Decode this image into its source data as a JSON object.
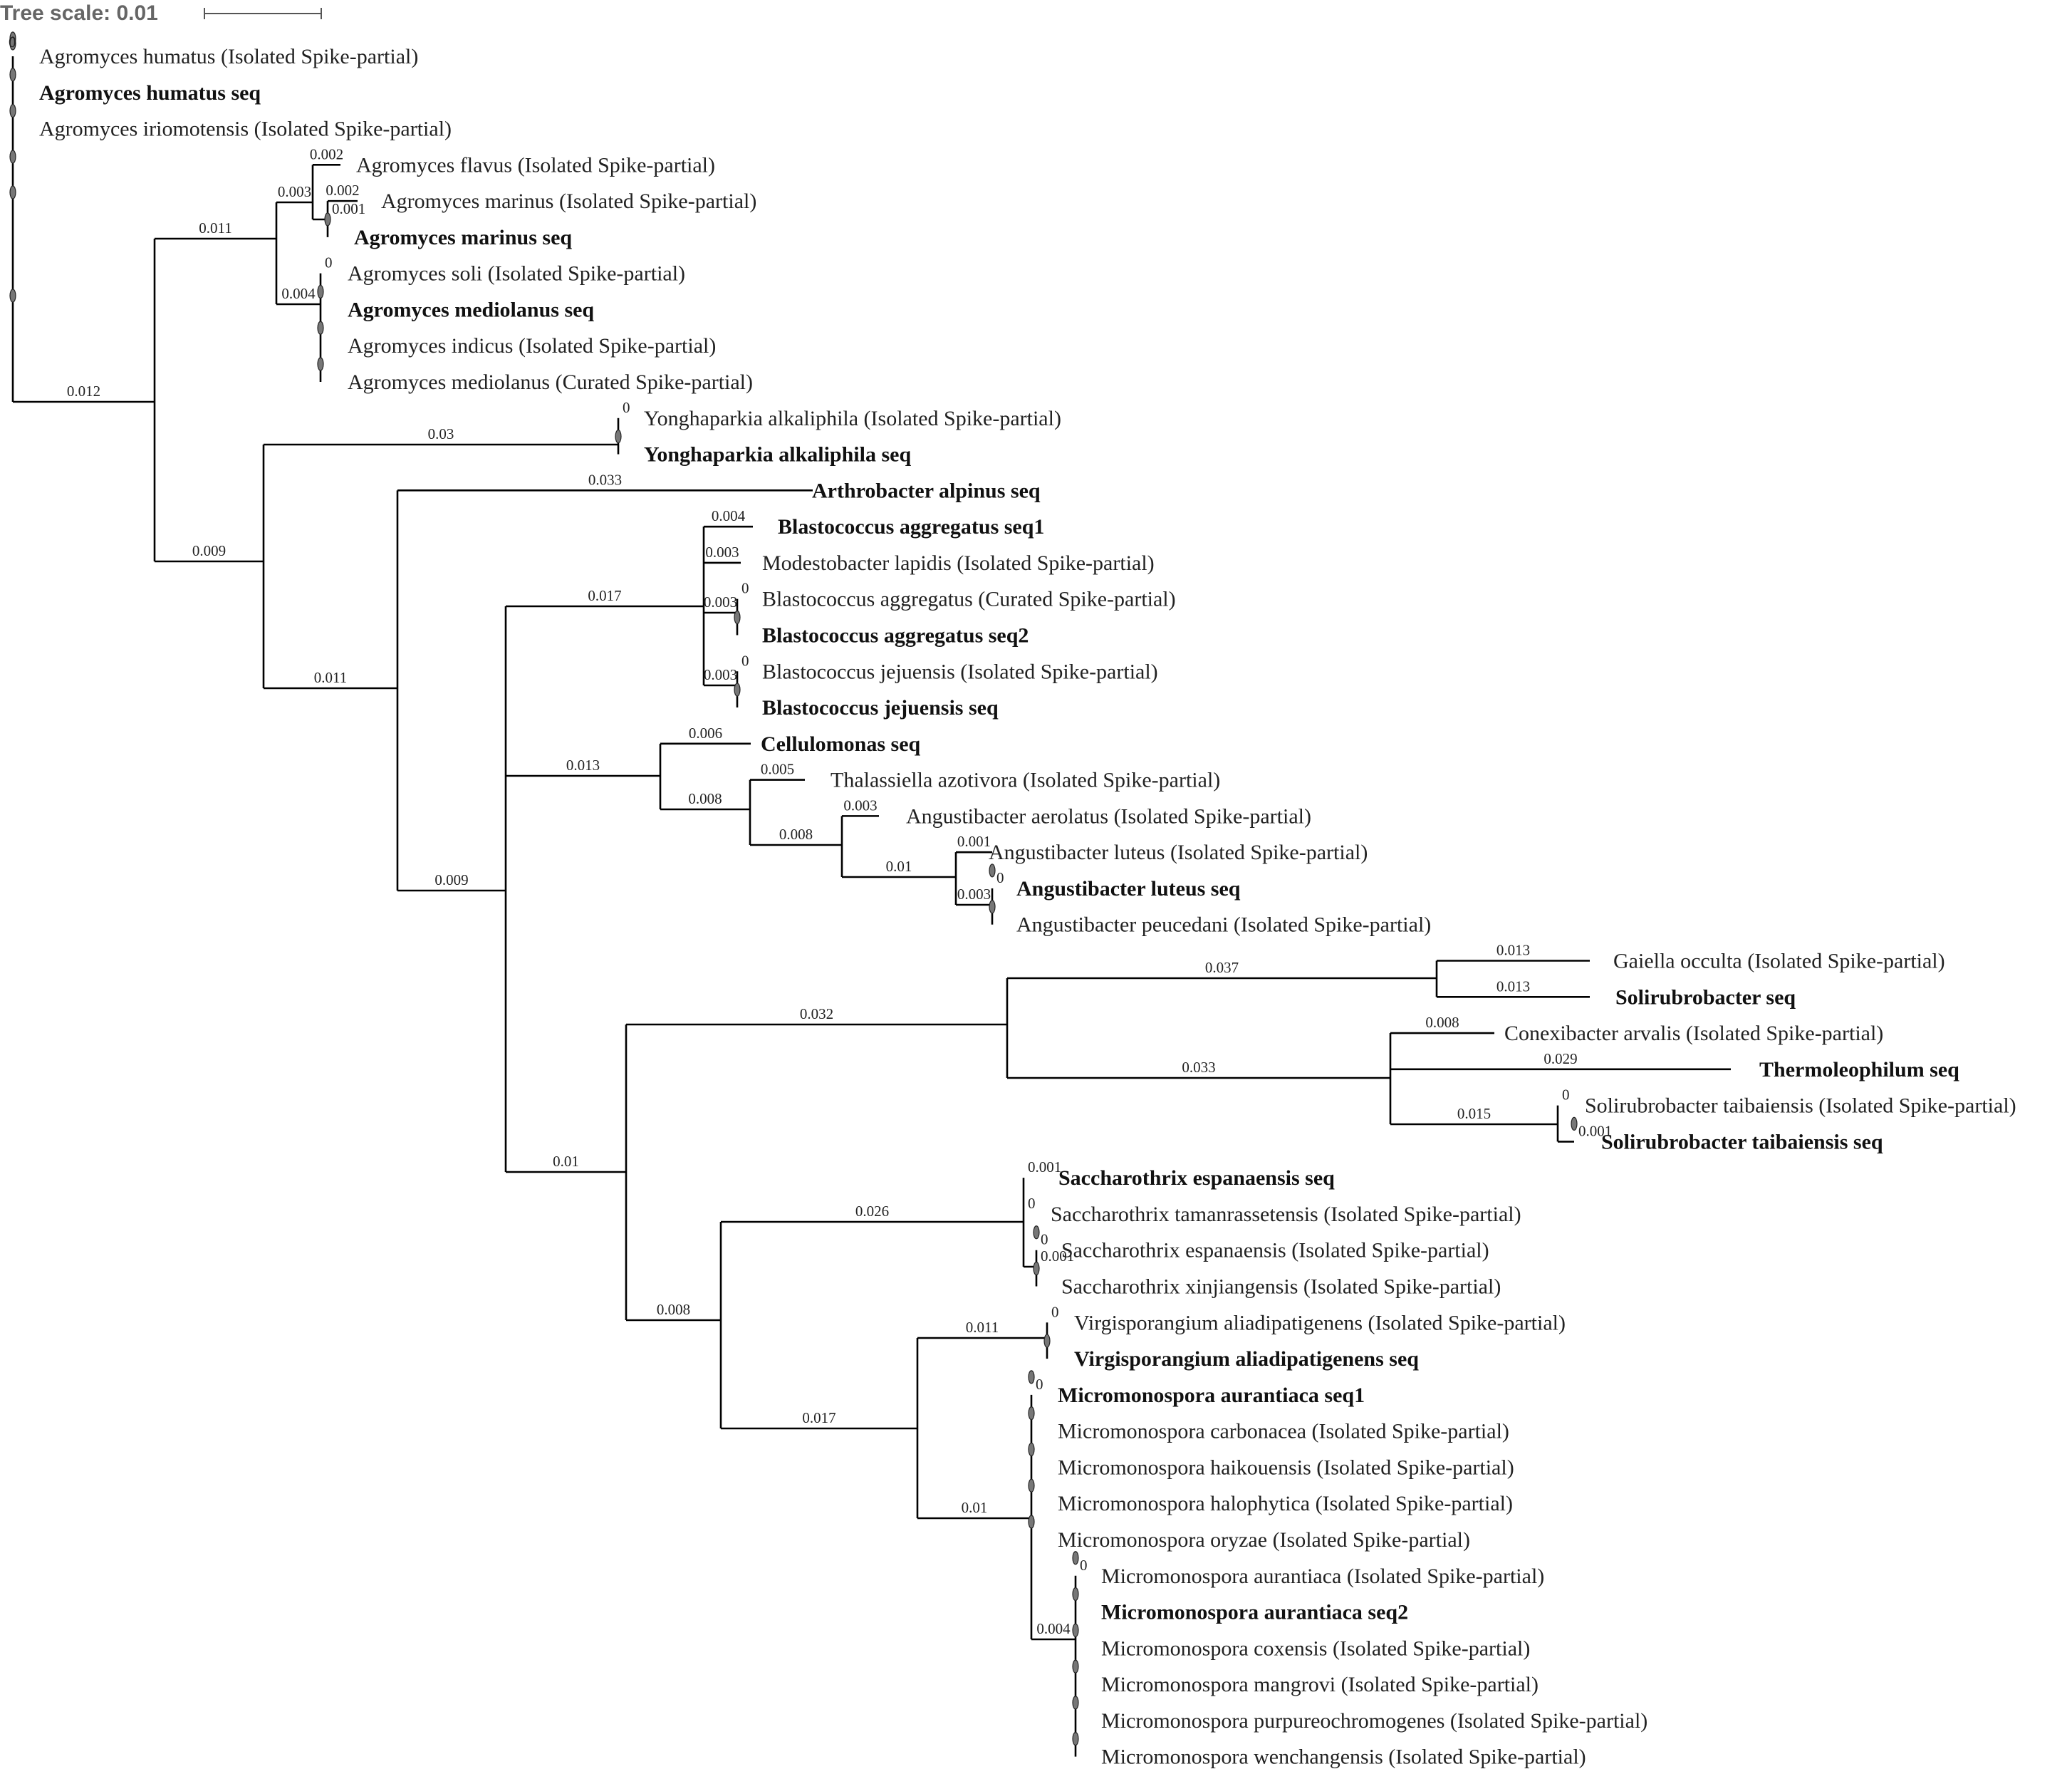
{
  "tree_scale": {
    "label": "Tree scale: 0.01",
    "value": 0.01
  },
  "leaves": [
    {
      "id": "L0",
      "label": "Agromyces humatus (Isolated Spike-partial)",
      "bold": false
    },
    {
      "id": "L1",
      "label": "Agromyces humatus seq",
      "bold": true
    },
    {
      "id": "L2",
      "label": "Agromyces iriomotensis (Isolated Spike-partial)",
      "bold": false
    },
    {
      "id": "L3",
      "label": "Agromyces flavus (Isolated Spike-partial)",
      "bold": false
    },
    {
      "id": "L4",
      "label": "Agromyces marinus (Isolated Spike-partial)",
      "bold": false
    },
    {
      "id": "L5",
      "label": "Agromyces marinus seq",
      "bold": true
    },
    {
      "id": "L6",
      "label": "Agromyces soli (Isolated Spike-partial)",
      "bold": false
    },
    {
      "id": "L7",
      "label": "Agromyces mediolanus seq",
      "bold": true
    },
    {
      "id": "L8",
      "label": "Agromyces indicus (Isolated Spike-partial)",
      "bold": false
    },
    {
      "id": "L9",
      "label": "Agromyces mediolanus (Curated Spike-partial)",
      "bold": false
    },
    {
      "id": "L10",
      "label": "Yonghaparkia alkaliphila (Isolated Spike-partial)",
      "bold": false
    },
    {
      "id": "L11",
      "label": "Yonghaparkia alkaliphila seq",
      "bold": true
    },
    {
      "id": "L12",
      "label": "Arthrobacter alpinus seq",
      "bold": true
    },
    {
      "id": "L13",
      "label": "Blastococcus aggregatus seq1",
      "bold": true
    },
    {
      "id": "L14",
      "label": "Modestobacter lapidis (Isolated Spike-partial)",
      "bold": false
    },
    {
      "id": "L15",
      "label": "Blastococcus aggregatus (Curated Spike-partial)",
      "bold": false
    },
    {
      "id": "L16",
      "label": "Blastococcus aggregatus seq2",
      "bold": true
    },
    {
      "id": "L17",
      "label": "Blastococcus jejuensis (Isolated Spike-partial)",
      "bold": false
    },
    {
      "id": "L18",
      "label": "Blastococcus jejuensis seq",
      "bold": true
    },
    {
      "id": "L19",
      "label": "Cellulomonas seq",
      "bold": true
    },
    {
      "id": "L20",
      "label": "Thalassiella azotivora (Isolated Spike-partial)",
      "bold": false
    },
    {
      "id": "L21",
      "label": "Angustibacter aerolatus (Isolated Spike-partial)",
      "bold": false
    },
    {
      "id": "L22",
      "label": "Angustibacter luteus (Isolated Spike-partial)",
      "bold": false
    },
    {
      "id": "L23",
      "label": "Angustibacter luteus seq",
      "bold": true
    },
    {
      "id": "L24",
      "label": "Angustibacter peucedani (Isolated Spike-partial)",
      "bold": false
    },
    {
      "id": "L25",
      "label": "Gaiella occulta (Isolated Spike-partial)",
      "bold": false
    },
    {
      "id": "L26",
      "label": "Solirubrobacter seq",
      "bold": true
    },
    {
      "id": "L27",
      "label": "Conexibacter arvalis (Isolated Spike-partial)",
      "bold": false
    },
    {
      "id": "L28",
      "label": "Thermoleophilum seq",
      "bold": true
    },
    {
      "id": "L29",
      "label": "Solirubrobacter taibaiensis (Isolated Spike-partial)",
      "bold": false
    },
    {
      "id": "L30",
      "label": "Solirubrobacter taibaiensis seq",
      "bold": true
    },
    {
      "id": "L31",
      "label": "Saccharothrix espanaensis seq",
      "bold": true
    },
    {
      "id": "L32",
      "label": "Saccharothrix tamanrassetensis (Isolated Spike-partial)",
      "bold": false
    },
    {
      "id": "L33",
      "label": "Saccharothrix espanaensis (Isolated Spike-partial)",
      "bold": false
    },
    {
      "id": "L34",
      "label": "Saccharothrix xinjiangensis (Isolated Spike-partial)",
      "bold": false
    },
    {
      "id": "L35",
      "label": "Virgisporangium aliadipatigenens (Isolated Spike-partial)",
      "bold": false
    },
    {
      "id": "L36",
      "label": "Virgisporangium aliadipatigenens seq",
      "bold": true
    },
    {
      "id": "L37",
      "label": "Micromonospora aurantiaca seq1",
      "bold": true
    },
    {
      "id": "L38",
      "label": "Micromonospora carbonacea (Isolated Spike-partial)",
      "bold": false
    },
    {
      "id": "L39",
      "label": "Micromonospora haikouensis (Isolated Spike-partial)",
      "bold": false
    },
    {
      "id": "L40",
      "label": "Micromonospora halophytica (Isolated Spike-partial)",
      "bold": false
    },
    {
      "id": "L41",
      "label": "Micromonospora oryzae (Isolated Spike-partial)",
      "bold": false
    },
    {
      "id": "L42",
      "label": "Micromonospora aurantiaca (Isolated Spike-partial)",
      "bold": false
    },
    {
      "id": "L43",
      "label": "Micromonospora aurantiaca seq2",
      "bold": true
    },
    {
      "id": "L44",
      "label": "Micromonospora coxensis (Isolated Spike-partial)",
      "bold": false
    },
    {
      "id": "L45",
      "label": "Micromonospora mangrovi (Isolated Spike-partial)",
      "bold": false
    },
    {
      "id": "L46",
      "label": "Micromonospora purpureochromogenes (Isolated Spike-partial)",
      "bold": false
    },
    {
      "id": "L47",
      "label": "Micromonospora wenchangensis (Isolated Spike-partial)",
      "bold": false
    }
  ],
  "branch_lengths": [
    {
      "child": "N_agro_big",
      "value": "0.012"
    },
    {
      "child": "N_agro_inner",
      "value": "0.011"
    },
    {
      "child": "N_flavus",
      "value": "0.003"
    },
    {
      "child": "L3",
      "value": "0.002"
    },
    {
      "child": "N_marinus",
      "value": "0.001"
    },
    {
      "child": "L4",
      "value": "0.002"
    },
    {
      "child": "N_medio",
      "value": "0.004"
    },
    {
      "child": "L6",
      "value": "0"
    },
    {
      "child": "N_rest",
      "value": "0.009"
    },
    {
      "child": "N_yong",
      "value": "0.03"
    },
    {
      "child": "L10",
      "value": "0"
    },
    {
      "child": "N_arth",
      "value": "0.011"
    },
    {
      "child": "L12",
      "value": "0.033"
    },
    {
      "child": "N_mid",
      "value": "0.009"
    },
    {
      "child": "N_blasto",
      "value": "0.017"
    },
    {
      "child": "L13",
      "value": "0.004"
    },
    {
      "child": "L14",
      "value": "0.003"
    },
    {
      "child": "N_b2",
      "value": "0.003"
    },
    {
      "child": "L15",
      "value": "0"
    },
    {
      "child": "N_b3",
      "value": "0.003"
    },
    {
      "child": "L17",
      "value": "0"
    },
    {
      "child": "N_cellu",
      "value": "0.013"
    },
    {
      "child": "L19",
      "value": "0.006"
    },
    {
      "child": "N_thal",
      "value": "0.008"
    },
    {
      "child": "L20",
      "value": "0.005"
    },
    {
      "child": "N_ang",
      "value": "0.008"
    },
    {
      "child": "L21",
      "value": "0.003"
    },
    {
      "child": "N_ang2",
      "value": "0.01"
    },
    {
      "child": "L22",
      "value": "0.001"
    },
    {
      "child": "N_ang3",
      "value": "0.003"
    },
    {
      "child": "L23",
      "value": "0"
    },
    {
      "child": "N_lower",
      "value": "0.01"
    },
    {
      "child": "N_thermo",
      "value": "0.032"
    },
    {
      "child": "N_gaiella",
      "value": "0.037"
    },
    {
      "child": "L25",
      "value": "0.013"
    },
    {
      "child": "L26",
      "value": "0.013"
    },
    {
      "child": "N_conexi",
      "value": "0.033"
    },
    {
      "child": "L27",
      "value": "0.008"
    },
    {
      "child": "L28",
      "value": "0.029"
    },
    {
      "child": "N_soli",
      "value": "0.015"
    },
    {
      "child": "L29",
      "value": "0"
    },
    {
      "child": "L30",
      "value": "0.001"
    },
    {
      "child": "N_acti",
      "value": "0.008"
    },
    {
      "child": "N_sacch",
      "value": "0.026"
    },
    {
      "child": "L31",
      "value": "0.001"
    },
    {
      "child": "L32",
      "value": "0"
    },
    {
      "child": "N_sacch2",
      "value": "0.001"
    },
    {
      "child": "L33",
      "value": "0"
    },
    {
      "child": "N_micro_big",
      "value": "0.017"
    },
    {
      "child": "N_virgi",
      "value": "0.011"
    },
    {
      "child": "L35",
      "value": "0"
    },
    {
      "child": "N_micro",
      "value": "0.01"
    },
    {
      "child": "L37",
      "value": "0"
    },
    {
      "child": "N_micro2",
      "value": "0.004"
    },
    {
      "child": "L42",
      "value": "0"
    }
  ]
}
